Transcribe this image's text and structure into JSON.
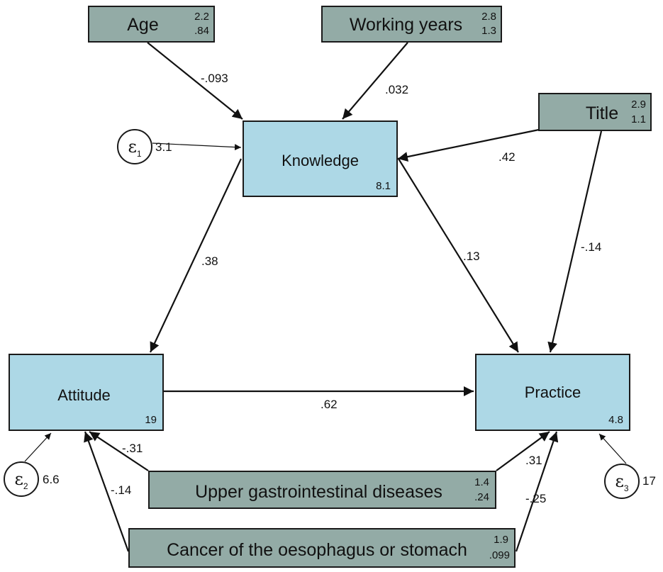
{
  "nodes": {
    "age": {
      "label": "Age",
      "mean": "2.2",
      "var": ".84"
    },
    "working_years": {
      "label": "Working years",
      "mean": "2.8",
      "var": "1.3"
    },
    "title": {
      "label": "Title",
      "mean": "2.9",
      "var": "1.1"
    },
    "knowledge": {
      "label": "Knowledge",
      "value": "8.1"
    },
    "attitude": {
      "label": "Attitude",
      "value": "19"
    },
    "practice": {
      "label": "Practice",
      "value": "4.8"
    },
    "upper_gi": {
      "label": "Upper gastrointestinal diseases",
      "mean": "1.4",
      "var": ".24"
    },
    "cancer": {
      "label": "Cancer of the oesophagus or stomach",
      "mean": "1.9",
      "var": ".099"
    }
  },
  "errors": {
    "e1": {
      "symbol": "ε",
      "index": "1",
      "value": "3.1"
    },
    "e2": {
      "symbol": "ε",
      "index": "2",
      "value": "6.6"
    },
    "e3": {
      "symbol": "ε",
      "index": "3",
      "value": "17"
    }
  },
  "paths": {
    "age_knowledge": "-.093",
    "working_knowledge": ".032",
    "title_knowledge": ".42",
    "title_practice": "-.14",
    "knowledge_attitude": ".38",
    "knowledge_practice": ".13",
    "attitude_practice": ".62",
    "upper_attitude": "-.31",
    "upper_practice": ".31",
    "cancer_attitude": "-.14",
    "cancer_practice": "-.25"
  }
}
